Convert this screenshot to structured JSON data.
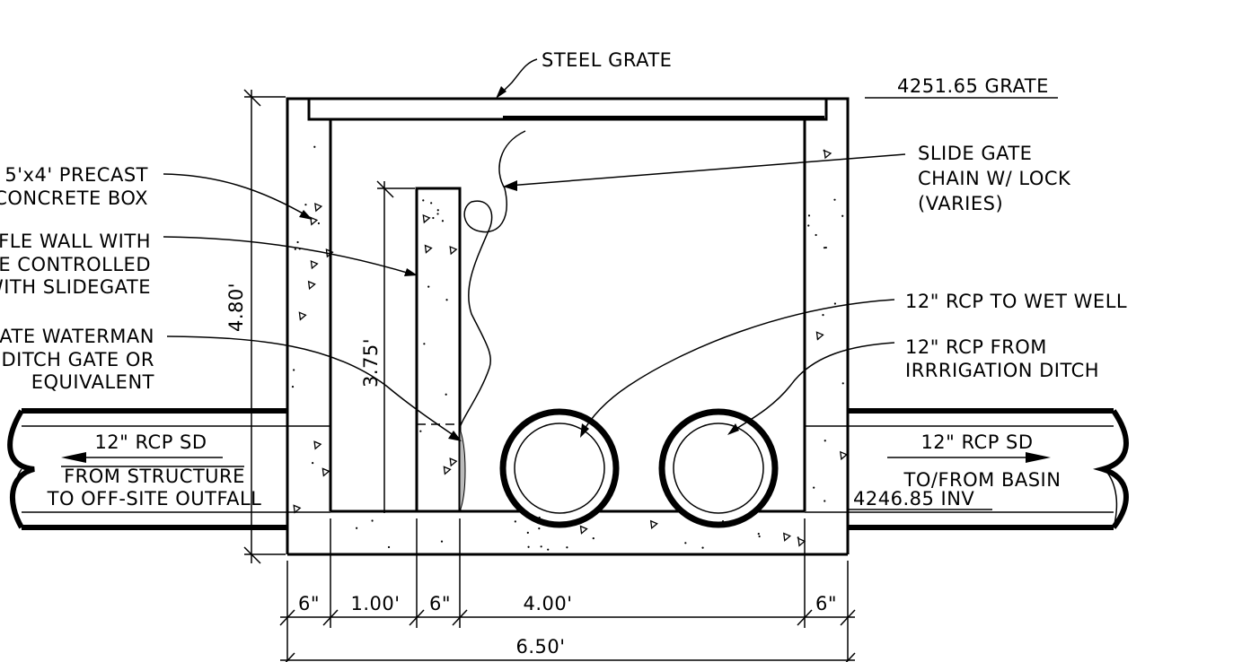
{
  "labels": {
    "steel_grate": "STEEL GRATE",
    "grate_elev": "4251.65 GRATE",
    "precast_1": "5'x4' PRECAST",
    "precast_2": "CONCRETE BOX",
    "baffle_1": "FLE WALL WITH",
    "baffle_2": "E CONTROLLED",
    "baffle_3": "WITH SLIDEGATE",
    "gate_1": "GATE WATERMAN",
    "gate_2": "DITCH GATE OR",
    "gate_3": "EQUIVALENT",
    "slide_1": "SLIDE GATE",
    "slide_2": "CHAIN W/ LOCK",
    "slide_3": "(VARIES)",
    "rcp_wet": "12\" RCP TO WET WELL",
    "rcp_irr_1": "12\" RCP FROM",
    "rcp_irr_2": "IRRRIGATION DITCH",
    "left_pipe_1": "12\" RCP SD",
    "left_pipe_2": "FROM STRUCTURE",
    "left_pipe_3": "TO OFF-SITE OUTFALL",
    "right_pipe_1": "12\" RCP SD",
    "right_pipe_2": "TO/FROM BASIN",
    "inv_elev": "4246.85 INV"
  },
  "dimensions": {
    "height_total": "4.80'",
    "height_baffle": "3.75'",
    "wall_left": "6\"",
    "gap": "1.00'",
    "baffle": "6\"",
    "chamber": "4.00'",
    "wall_right": "6\"",
    "total_width": "6.50'"
  }
}
